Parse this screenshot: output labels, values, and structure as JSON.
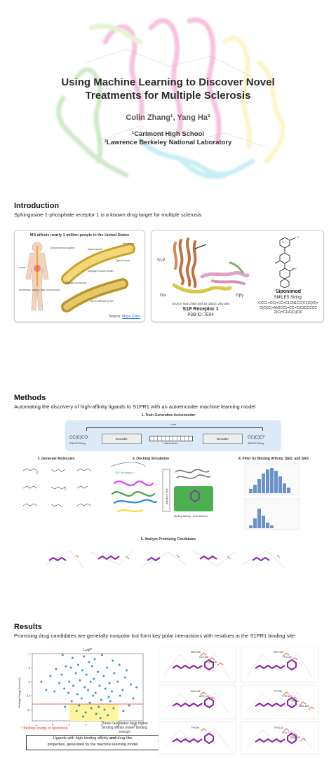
{
  "header": {
    "title_line1": "Using Machine Learning to Discover Novel",
    "title_line2": "Treatments for Multiple Sclerosis",
    "authors": "Colin Zhang¹, Yang Ha²",
    "affiliation1": "¹Carlmont High School",
    "affiliation2": "²Lawrence Berkeley National Laboratory"
  },
  "introduction": {
    "heading": "Introduction",
    "subtitle": "Sphingosine-1-phosphate receptor 1 is a known drug target for multiple sclerosis",
    "ms_card": {
      "title": "MS affects nearly 1 million people in the United States",
      "labels": [
        "Central nervous system",
        "Lesion",
        "Myelin sheath",
        "Nerve fiber",
        "Typical nerve",
        "Damaged myelin sheath",
        "Exposed connection",
        "Numbness, tingling, pain (nerve lesion)",
        "Nerve affected by MS"
      ],
      "source_label": "Source:",
      "source_link": "Mayo Clinic"
    },
    "s1p_card": {
      "labels": {
        "s1p": "S1P",
        "ga": "Gαᵢ",
        "gby": "Gβγ"
      },
      "source": "Source: Nat Chem Biol 18 (2022): 281-288",
      "receptor_name": "S1P Receptor 1",
      "pdb": "PDB ID: 7E04",
      "drug_name": "Siponimod",
      "smiles_label": "SMILES String:",
      "smiles_lines": [
        "CCC1=CC(=CC=C1CN1CC(C1)C(O)=",
        "O)C(\\C)=N\\OCC1=CC=C(C2CCCCC",
        "2)C(=C1)C(F)(F)F"
      ]
    }
  },
  "methods": {
    "heading": "Methods",
    "subtitle": "Automating the discovery of high-affinity ligands to S1PR1 with an autoencoder machine learning model",
    "step1": "1. Train Generative Autoencoder",
    "loss": "Loss",
    "input_smiles": "CC(C)CO",
    "input_label": "SMILES String",
    "encoder": "Encoder",
    "latent": "Latent vector",
    "decoder": "Decoder",
    "output_smiles_a": "CC(C)C",
    "output_smiles_b": "F",
    "output_label": "SMILES String",
    "step2": "2. Generate Molecules",
    "step3": "3. Docking Simulation",
    "step4": "4. Filter by Binding Affinity, QED, and SAS",
    "autodock": "Autodock Vina",
    "receptor_label": "S1P Receptor 1",
    "binding": "Binding Affinity: -10.6 kcal/mol",
    "step5": "5. Analyze Promising Candidates"
  },
  "results": {
    "heading": "Results",
    "subtitle": "Promising drug candidates are generally nonpolar but form key polar interactions with residues in the S1PR1 binding site",
    "siponimod_note": "* Binding energy of siponimod",
    "candidate_note": "These candidates have higher binding affinity (lower binding energy)",
    "callout_line1a": "Ligands with high binding affinity ",
    "callout_and": "and",
    "callout_line1b": " drug-like",
    "callout_line2": "properties, generated by the machine learning model",
    "residues": [
      [
        "SER-105",
        "GLY-106",
        "LEU-180"
      ],
      [
        "SER-105",
        "TYR-133"
      ],
      [
        "ASN-101",
        "ARG-120"
      ],
      [
        "TYR-98",
        "THR-109",
        "TYR-94",
        "ARG-120"
      ],
      [
        "TYR-98"
      ],
      [
        "TYR-133",
        "GLU-174",
        "SER-105"
      ]
    ]
  },
  "chart_data": {
    "type": "scatter",
    "title": "LogP",
    "xlabel": "",
    "ylabel": "Binding Energy (kcal/mol)",
    "xlim": [
      -2.5,
      11
    ],
    "ylim": [
      -11.8,
      -7
    ],
    "x_ticks": [
      -2,
      0,
      2,
      4,
      6,
      8,
      10
    ],
    "y_ticks": [
      -7,
      -8,
      -9,
      -10,
      -11
    ],
    "reference_line": {
      "y": -10.6,
      "label": "Binding energy of siponimod",
      "color": "#e53935"
    },
    "highlight_region": {
      "x": [
        2,
        8
      ],
      "y": [
        -11.8,
        -10.6
      ],
      "color": "#fff59d"
    },
    "series": [
      {
        "color": "#2e86c1",
        "points": [
          [
            1.2,
            -7.1
          ],
          [
            2.4,
            -7.3
          ],
          [
            3.8,
            -7.2
          ],
          [
            5.1,
            -7.4
          ],
          [
            6.0,
            -7.1
          ],
          [
            7.3,
            -7.5
          ],
          [
            4.4,
            -7.6
          ],
          [
            3.1,
            -7.8
          ],
          [
            1.6,
            -7.9
          ],
          [
            0.4,
            -8.1
          ],
          [
            2.2,
            -8.0
          ],
          [
            4.8,
            -7.9
          ],
          [
            6.6,
            -8.0
          ],
          [
            8.1,
            -7.8
          ],
          [
            9.0,
            -8.2
          ],
          [
            5.5,
            -8.3
          ],
          [
            3.6,
            -8.2
          ],
          [
            2.8,
            -8.4
          ],
          [
            1.1,
            -8.5
          ],
          [
            -0.3,
            -8.6
          ],
          [
            4.1,
            -8.5
          ],
          [
            6.2,
            -8.6
          ],
          [
            7.5,
            -8.4
          ],
          [
            8.8,
            -8.7
          ],
          [
            5.0,
            -8.8
          ],
          [
            3.3,
            -8.9
          ],
          [
            2.0,
            -9.0
          ],
          [
            0.8,
            -9.1
          ],
          [
            4.6,
            -9.0
          ],
          [
            6.9,
            -9.1
          ],
          [
            7.9,
            -9.0
          ],
          [
            9.5,
            -9.2
          ],
          [
            5.7,
            -9.3
          ],
          [
            3.9,
            -9.4
          ],
          [
            2.5,
            -9.3
          ],
          [
            1.4,
            -9.5
          ],
          [
            4.3,
            -9.6
          ],
          [
            6.4,
            -9.5
          ],
          [
            7.2,
            -9.7
          ],
          [
            8.5,
            -9.6
          ],
          [
            5.2,
            -9.8
          ],
          [
            3.0,
            -9.9
          ],
          [
            1.9,
            -9.8
          ],
          [
            0.2,
            -9.7
          ],
          [
            4.9,
            -10.0
          ],
          [
            6.8,
            -10.1
          ],
          [
            8.2,
            -10.0
          ],
          [
            5.9,
            -10.3
          ],
          [
            3.5,
            -10.2
          ],
          [
            2.3,
            -10.4
          ],
          [
            4.5,
            -10.5
          ],
          [
            7.0,
            -10.4
          ],
          [
            9.8,
            -10.2
          ],
          [
            -1.4,
            -9.0
          ],
          [
            -0.8,
            -9.6
          ],
          [
            10.2,
            -9.4
          ],
          [
            3.2,
            -10.7
          ],
          [
            4.7,
            -10.9
          ],
          [
            5.6,
            -10.8
          ],
          [
            6.3,
            -11.0
          ],
          [
            2.9,
            -11.1
          ],
          [
            4.0,
            -11.2
          ],
          [
            5.3,
            -11.3
          ],
          [
            7.4,
            -10.9
          ],
          [
            6.7,
            -11.4
          ],
          [
            3.7,
            -11.5
          ],
          [
            8.6,
            -11.1
          ],
          [
            1.5,
            -10.8
          ],
          [
            9.3,
            -10.7
          ],
          [
            5.8,
            -11.6
          ]
        ]
      }
    ]
  },
  "icons": {
    "hero": "protein-structure-image",
    "body": "human-body-nerve-icon"
  },
  "colors": {
    "methods_banner": "#dce9f7",
    "highlight": "#fff59d",
    "ligand": "#8e24aa",
    "residue": "#e07a4f"
  }
}
